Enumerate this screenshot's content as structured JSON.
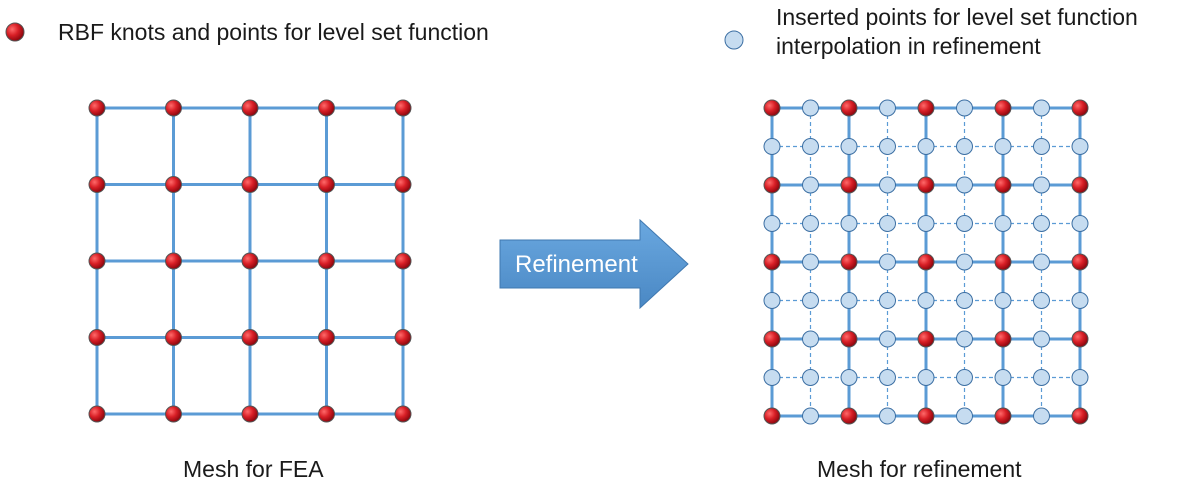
{
  "legend": {
    "rbf": {
      "label": "RBF knots and points for level set function",
      "icon": "red-node-icon",
      "color": "#c8161d"
    },
    "inserted": {
      "line1": "Inserted points for level set function",
      "line2": "interpolation in refinement",
      "icon": "light-blue-node-icon",
      "color": "#c6dcf0"
    }
  },
  "arrow": {
    "label": "Refinement",
    "color": "#5b9bd5"
  },
  "captions": {
    "fea": "Mesh for FEA",
    "refinement": "Mesh for refinement"
  },
  "mesh": {
    "fea_cells": 4,
    "refinement_factor": 2,
    "line_color": "#5b9bd5"
  }
}
